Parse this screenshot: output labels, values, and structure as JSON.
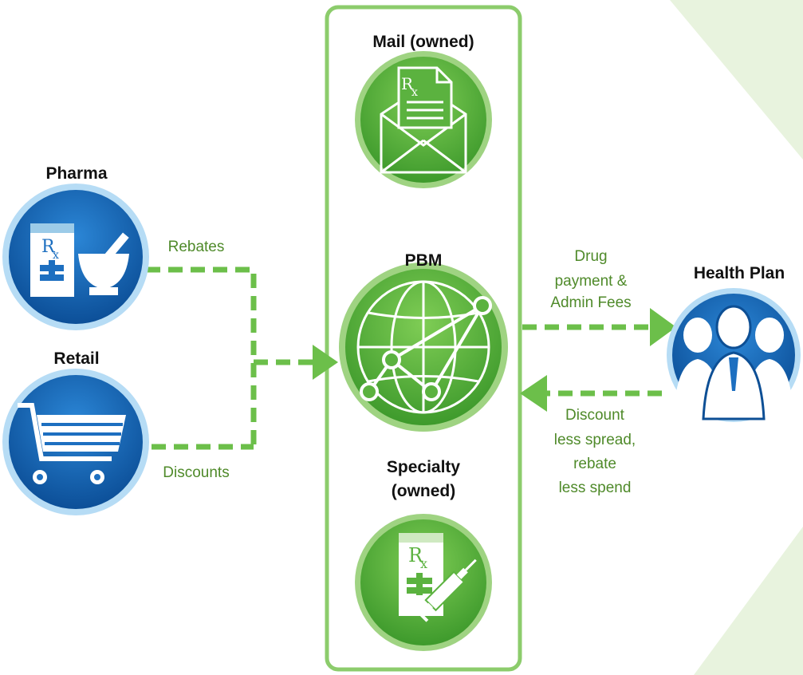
{
  "nodes": {
    "pharma": {
      "label": "Pharma",
      "icon": "pharmacy-mortar-icon"
    },
    "retail": {
      "label": "Retail",
      "icon": "shopping-cart-icon"
    },
    "mail": {
      "label": "Mail (owned)",
      "icon": "rx-envelope-icon"
    },
    "pbm": {
      "label": "PBM",
      "icon": "globe-network-icon"
    },
    "specialty": {
      "label_line1": "Specialty",
      "label_line2": "(owned)",
      "icon": "rx-syringe-icon"
    },
    "health_plan": {
      "label": "Health Plan",
      "icon": "people-group-icon"
    }
  },
  "flows": {
    "rebates": "Rebates",
    "discounts": "Discounts",
    "drug_payment": {
      "line1": "Drug",
      "line2": "payment &",
      "line3": "Admin Fees"
    },
    "discount_spread": {
      "line1": "Discount",
      "line2": "less spread,",
      "line3": "rebate",
      "line4": "less spend"
    }
  },
  "colors": {
    "green": "#6cbf4a",
    "green_dark": "#3f8f2e",
    "blue": "#1d6fc0",
    "blue_dark": "#0d4f95",
    "text_green": "#4f8a2a",
    "bg_chevron": "#e8f3de"
  }
}
